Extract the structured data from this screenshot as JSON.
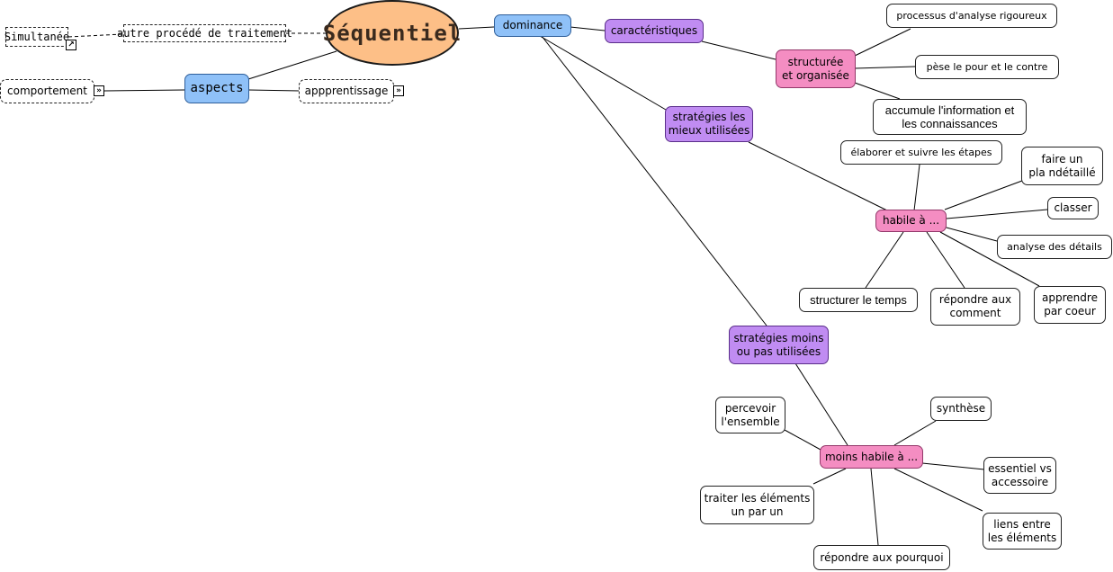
{
  "center": "Séquentiel",
  "nodes": {
    "simultanee": "Simultanée",
    "autre_procede": "autre procédé de traitement",
    "aspects": "aspects",
    "comportement": "comportement",
    "apprentissage": "appprentissage",
    "dominance": "dominance",
    "caracteristiques": "caractéristiques",
    "structuree_l1": "structurée",
    "structuree_l2": "et organisée",
    "processus": "processus d'analyse rigoureux",
    "pese": "pèse le pour et le contre",
    "accumule_l1": "accumule l'information et",
    "accumule_l2": "les connaissances",
    "strategies_mieux_l1": "stratégies les",
    "strategies_mieux_l2": "mieux utilisées",
    "elaborer": "élaborer et suivre les étapes",
    "faire_plan_l1": "faire un",
    "faire_plan_l2": "pla ndétaillé",
    "habile": "habile à ...",
    "classer": "classer",
    "analyse_details": "analyse des détails",
    "structurer_temps": "structurer le temps",
    "repondre_comment_l1": "répondre aux",
    "repondre_comment_l2": "comment",
    "apprendre_l1": "apprendre",
    "apprendre_l2": "par coeur",
    "strategies_moins_l1": "stratégies moins",
    "strategies_moins_l2": "ou pas utilisées",
    "percevoir_l1": "percevoir",
    "percevoir_l2": "l'ensemble",
    "synthese": "synthèse",
    "moins_habile": "moins habile à ...",
    "essentiel_l1": "essentiel vs",
    "essentiel_l2": "accessoire",
    "traiter_l1": "traiter les éléments",
    "traiter_l2": "un par un",
    "liens_l1": "liens entre",
    "liens_l2": "les éléments",
    "repondre_pourquoi": "répondre aux pourquoi"
  },
  "icons": {
    "link_icon": "arrow-link-icon",
    "expand_icon": "double-chevron-right-icon"
  },
  "colors": {
    "center": "#fdbf87",
    "blue": "#8fc1f8",
    "purple": "#c08cf2",
    "pink": "#f48dc2"
  }
}
